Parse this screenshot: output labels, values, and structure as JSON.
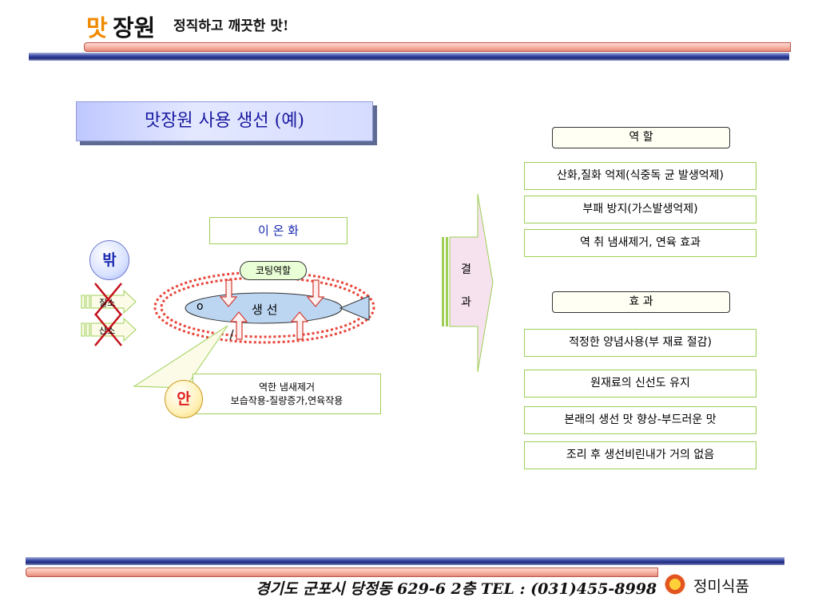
{
  "header": {
    "logo_mat": "맛",
    "logo_rest": "장원",
    "tagline": "정직하고 깨끗한 맛!"
  },
  "title": "맛장원 사용 생선 (예)",
  "diagram": {
    "outside_label": "밖",
    "inside_label": "안",
    "ionization_label": "이 온 화",
    "coating_label": "코팅역할",
    "fish_label": "생 선",
    "fish_eye": "o",
    "nitrogen_label": "질소",
    "oxygen_label": "산소",
    "inside_text_line1": "역한 냄새제거",
    "inside_text_line2": "보습작용-질량증가,연육작용",
    "result_char1": "결",
    "result_char2": "과"
  },
  "roles": {
    "heading": "역    할",
    "items": [
      "산화,질화 억제(식중독 균 발생억제)",
      "부패 방지(가스발생억제)",
      "역 취 냄새제거, 연육 효과"
    ]
  },
  "effects": {
    "heading": "효    과",
    "items": [
      "적정한 양념사용(부 재료 절감)",
      "원재료의 신선도 유지",
      "본래의 생선 맛 향상-부드러운 맛",
      "조리 후 생선비린내가 거의 없음"
    ]
  },
  "footer": {
    "address": "경기도 군포시 당정동 629-6 2층 TEL : (031)455-8998",
    "company": "정미식품"
  },
  "colors": {
    "accent_orange": "#f08a00",
    "title_blue": "#1a1aa0",
    "box_border_green": "#9fcf56",
    "dotted_red": "#e8453a",
    "fish_fill": "#bcd6f2"
  }
}
